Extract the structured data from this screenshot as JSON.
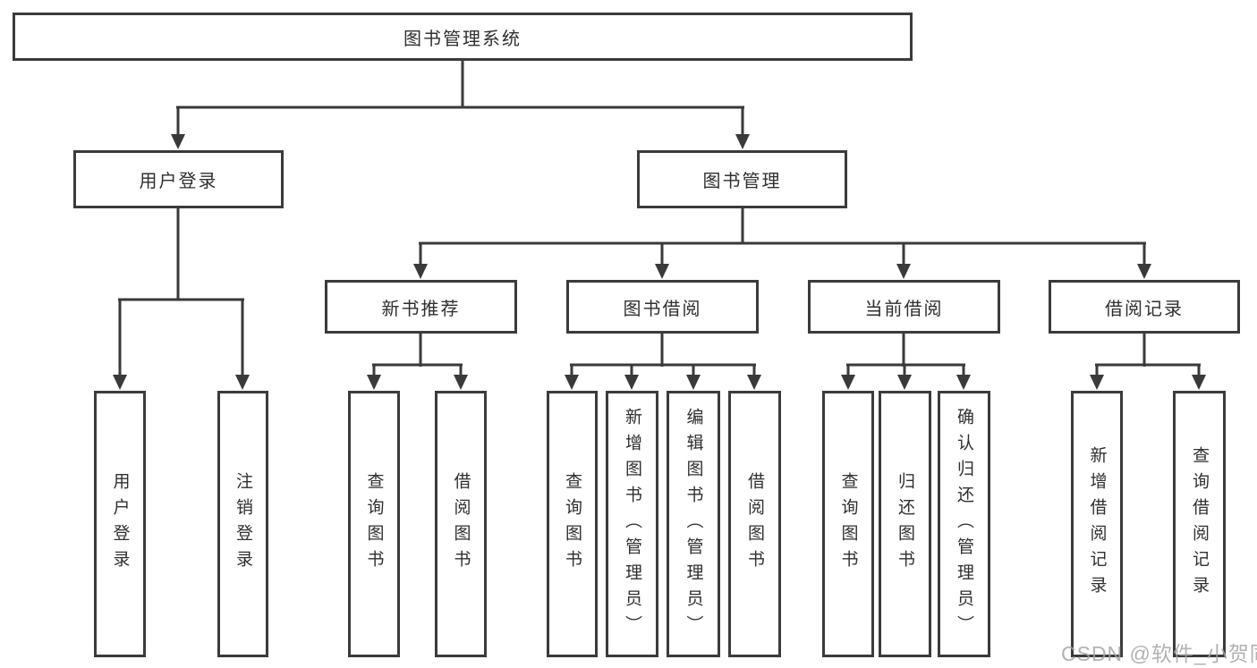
{
  "diagram": {
    "title": "图书管理系统",
    "type": "hierarchy-tree",
    "colors": {
      "line": "#3a3a3a",
      "box_border": "#3b3b3b",
      "text": "#2f2f2f",
      "background": "#ffffff",
      "watermark": "#a4a4a4"
    },
    "nodes": {
      "root": "图书管理系统",
      "user_login": "用户登录",
      "book_mgmt": "图书管理",
      "new_books": "新书推荐",
      "borrowing": "图书借阅",
      "current_borrow": "当前借阅",
      "borrow_records": "借阅记录"
    },
    "leaves": {
      "login": "用户登录",
      "logout": "注销登录",
      "newbooks_query": "查询图书",
      "newbooks_borrow": "借阅图书",
      "borrow_query": "查询图书",
      "borrow_add": "新增图书（管理员）",
      "borrow_edit": "编辑图书（管理员）",
      "borrow_borrow": "借阅图书",
      "current_query": "查询图书",
      "current_return": "归还图书",
      "current_confirm": "确认归还（管理员）",
      "records_add": "新增借阅记录",
      "records_query": "查询借阅记录"
    },
    "hierarchy": {
      "图书管理系统": {
        "用户登录": [
          "用户登录",
          "注销登录"
        ],
        "图书管理": {
          "新书推荐": [
            "查询图书",
            "借阅图书"
          ],
          "图书借阅": [
            "查询图书",
            "新增图书（管理员）",
            "编辑图书（管理员）",
            "借阅图书"
          ],
          "当前借阅": [
            "查询图书",
            "归还图书",
            "确认归还（管理员）"
          ],
          "借阅记录": [
            "新增借阅记录",
            "查询借阅记录"
          ]
        }
      }
    },
    "watermark": "CSDN @软件_小贺同学"
  }
}
